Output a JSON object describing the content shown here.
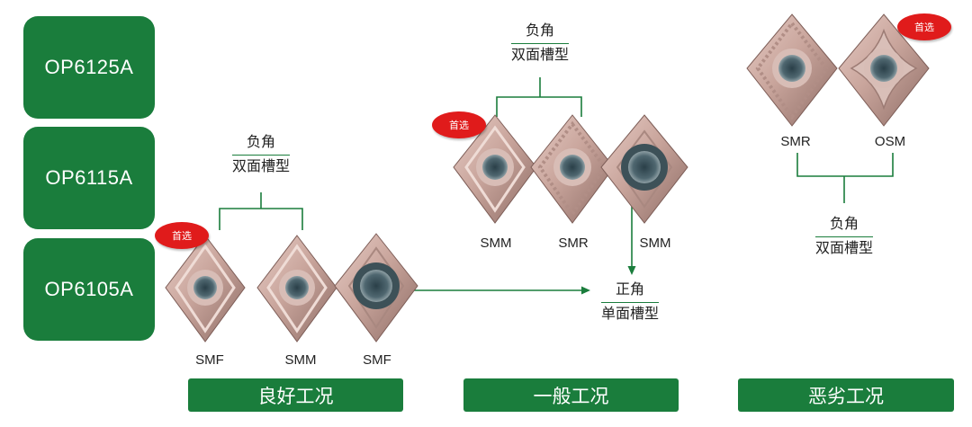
{
  "grades": [
    "OP6125A",
    "OP6115A",
    "OP6105A"
  ],
  "conditions": {
    "good": "良好工况",
    "general": "一般工况",
    "bad": "恶劣工况"
  },
  "badge_label": "首选",
  "geometry": {
    "neg_line1": "负角",
    "neg_line2": "双面槽型",
    "pos_line1": "正角",
    "pos_line2": "单面槽型"
  },
  "inserts": {
    "good": [
      "SMF",
      "SMM",
      "SMF"
    ],
    "general": [
      "SMM",
      "SMR",
      "SMM"
    ],
    "bad": [
      "SMR",
      "OSM"
    ]
  },
  "colors": {
    "brand_green": "#1a7d3c",
    "badge_red": "#e01b1b",
    "insert_bronze": "#c9a59c"
  }
}
